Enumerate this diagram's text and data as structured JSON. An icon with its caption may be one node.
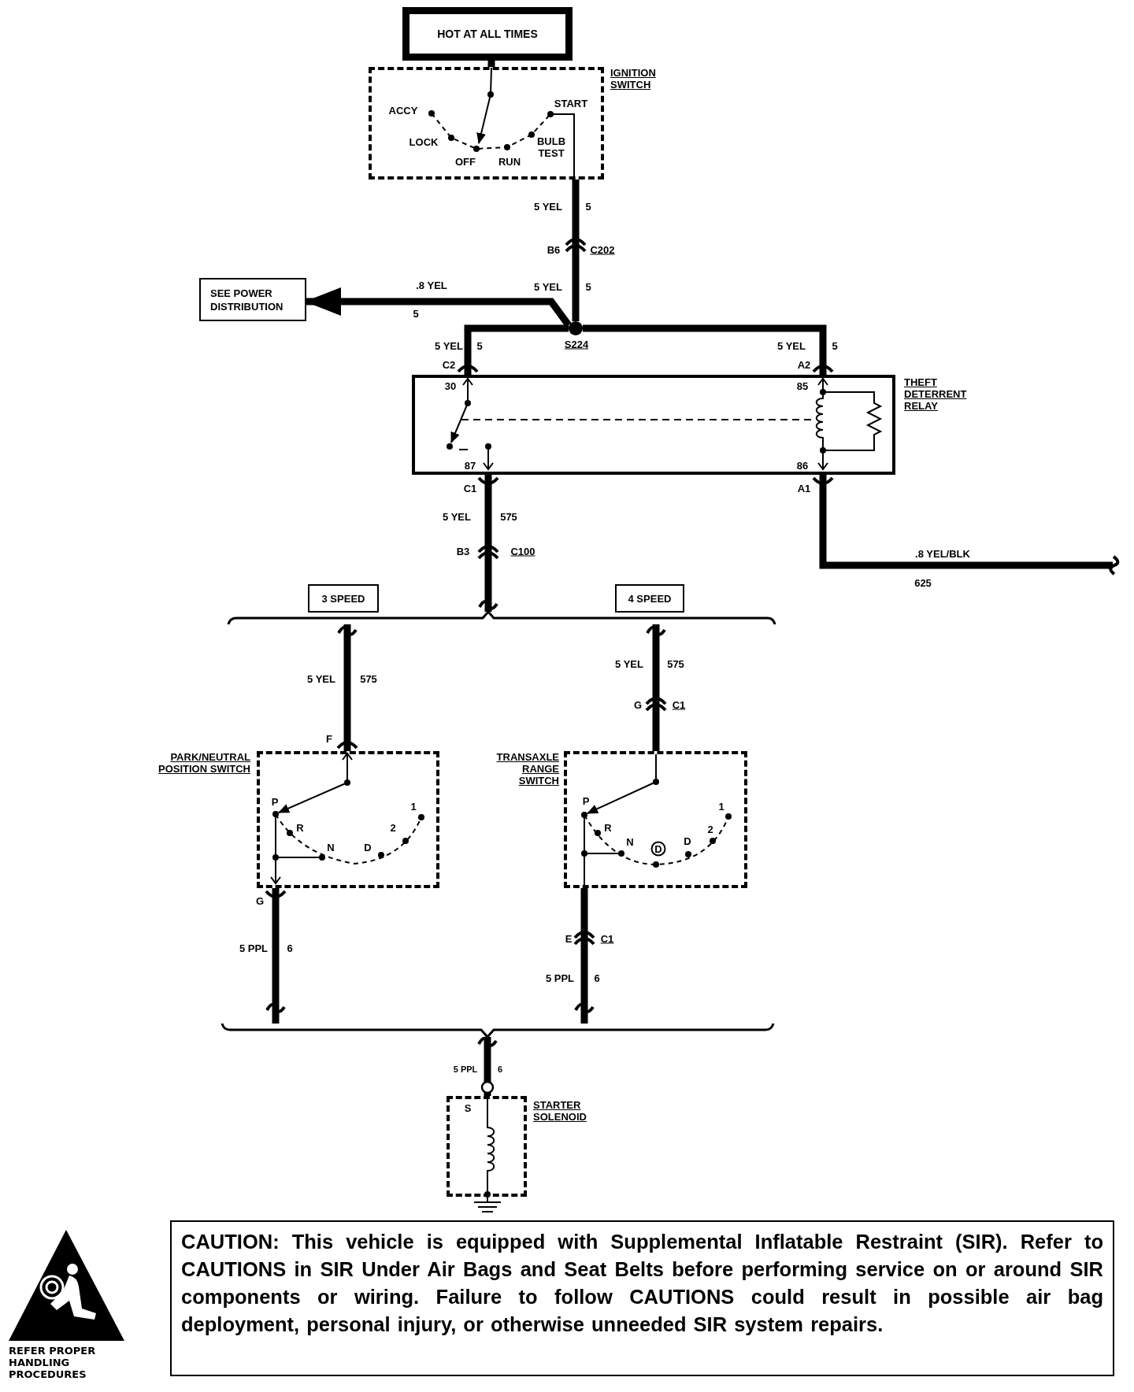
{
  "diagram": {
    "nodes": [
      {
        "text": [
          "HOT AT ALL TIMES"
        ]
      },
      {
        "text": [
          "IGNITION SWITCH"
        ]
      },
      {
        "text": [
          "SEE POWER DISTRIBUTION"
        ]
      },
      {
        "text": [],
        "shape": "circle",
        "beside": [
          "S224"
        ]
      },
      {
        "text": [
          "THEFT DETERRENT RELAY"
        ]
      },
      {
        "text": [
          "3 SPEED"
        ]
      },
      {
        "text": [
          "4 SPEED"
        ]
      },
      {
        "text": [
          "PARK/NEUTRAL POSITION SWITCH"
        ]
      },
      {
        "text": [
          "TRANSAXLE RANGE SWITCH"
        ]
      },
      {
        "text": [
          "STARTER SOLENOID"
        ]
      },
      {
        "text": [
          "CAUTION: This vehicle is equipped with Supplemental Inflatable Restraint (SIR). Refer to CAUTIONS in SIR Under Air Bags and Seat Belts before performing service on or around SIR components or wiring. Failure to follow CAUTIONS could result in possible air bag deployment, personal injury, or otherwise unneeded SIR system repairs."
        ]
      },
      {
        "text": [],
        "shape": "bracket"
      },
      {
        "text": [],
        "shape": "bracket"
      }
    ],
    "edges": [
      {
        "from": 1,
        "to": 3,
        "arrow": "none"
      },
      {
        "from": 3,
        "to": 2,
        "arrow": "to"
      },
      {
        "from": 3,
        "to": 4,
        "arrow": "other"
      },
      {
        "from": 3,
        "to": 4,
        "arrow": "other"
      },
      {
        "from": 4,
        "to": 11,
        "arrow": "other"
      },
      {
        "from": 11,
        "to": 7,
        "arrow": "other"
      },
      {
        "from": 11,
        "to": 8,
        "arrow": "none"
      },
      {
        "from": 4,
        "to": null,
        "arrow": "other"
      },
      {
        "from": 7,
        "to": 12,
        "arrow": "other"
      },
      {
        "from": 8,
        "to": 12,
        "arrow": "none"
      },
      {
        "from": 12,
        "to": 9,
        "arrow": "other"
      },
      {
        "from": 0,
        "to": 1,
        "arrow": "none"
      }
    ],
    "labels": [
      "START",
      "ACCY",
      "LOCK",
      "BULB TEST",
      "OFF",
      "RUN",
      "5 YEL",
      "5",
      "B6",
      "C202",
      ".8 YEL",
      "5 YEL",
      "5",
      "5",
      "5 YEL",
      "5",
      "5 YEL",
      "5",
      "C2",
      "A2",
      "30",
      "85",
      "87",
      "86",
      "C1",
      "A1",
      "5 YEL",
      "575",
      "B3",
      "C100",
      ".8 YEL/BLK",
      "625",
      "5 YEL",
      "575",
      "5 YEL",
      "575",
      "G",
      "C1",
      "F",
      "P",
      "R",
      "N",
      "D",
      "2",
      "1",
      "P",
      "R",
      "N",
      "D",
      "D",
      "2",
      "1",
      "G",
      "5 PPL",
      "6",
      "E",
      "C1",
      "5 PPL",
      "6",
      "5 PPL",
      "6",
      "S",
      "REFER PROPER HANDLING PROCEDURES"
    ]
  }
}
